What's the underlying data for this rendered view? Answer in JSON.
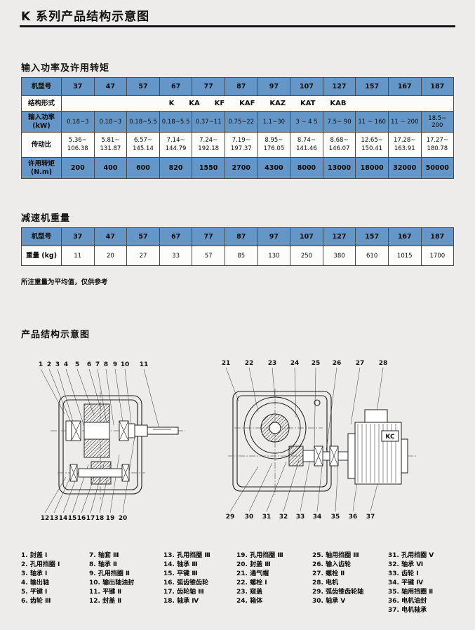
{
  "page": {
    "title": "K 系列产品结构示意图"
  },
  "colors": {
    "table_blue": "#6496c8",
    "title_rule": "#15151e"
  },
  "power_section": {
    "heading": "输入功率及许用转矩",
    "row_labels": {
      "model": "机型号",
      "structure": "结构形式",
      "power": "输入功率\n(kW)",
      "ratio": "传动比",
      "torque": "许用转矩\n(N.m)"
    },
    "models": [
      "37",
      "47",
      "57",
      "67",
      "77",
      "87",
      "97",
      "107",
      "127",
      "157",
      "167",
      "187"
    ],
    "structure_forms": "K      KA      KF      KAF      KAZ      KAT      KAB",
    "power_values": [
      "0.18~3",
      "0.18~3",
      "0.18~5.5",
      "0.18~5.5",
      "0.37~11",
      "0.75~22",
      "1.1~30",
      "3 ~ 4 5",
      "7.5~ 90",
      "11 ~ 160",
      "11 ~ 200",
      "18.5~ 200"
    ],
    "ratio_values": [
      "5.36~\n106.38",
      "5.81~\n131.87",
      "6.57~\n145.14",
      "7.14~\n144.79",
      "7.24~\n192.18",
      "7.19~\n197.37",
      "8.95~\n176.05",
      "8.74~\n141.46",
      "8.68~\n146.07",
      "12.65~\n150.41",
      "17.28~\n163.91",
      "17.27~\n180.78"
    ],
    "torque_values": [
      "200",
      "400",
      "600",
      "820",
      "1550",
      "2700",
      "4300",
      "8000",
      "13000",
      "18000",
      "32000",
      "50000"
    ]
  },
  "weight_section": {
    "heading": "减速机重量",
    "row_labels": {
      "model": "机型号",
      "weight": "重量 (kg)"
    },
    "models": [
      "37",
      "47",
      "57",
      "67",
      "77",
      "87",
      "97",
      "107",
      "127",
      "157",
      "167",
      "187"
    ],
    "weights": [
      "11",
      "20",
      "27",
      "33",
      "57",
      "85",
      "130",
      "250",
      "380",
      "610",
      "1015",
      "1700"
    ],
    "note": "所注重量为平均值，仅供参考"
  },
  "diagram_section": {
    "heading": "产品结构示意图",
    "left_callouts_top": [
      "1",
      "2",
      "3",
      "4",
      "5",
      "6",
      "7",
      "8",
      "9",
      "10",
      "11"
    ],
    "left_callouts_bottom": [
      "12",
      "13",
      "14",
      "15",
      "16",
      "17",
      "18",
      "19",
      "20"
    ],
    "right_callouts_top": [
      "21",
      "22",
      "23",
      "24",
      "25",
      "26",
      "27",
      "28"
    ],
    "right_callouts_bottom": [
      "29",
      "30",
      "31",
      "32",
      "33",
      "34",
      "35",
      "36",
      "37"
    ],
    "motor_logo": "KC"
  },
  "parts_list": {
    "columns": [
      [
        "1. 封盖 Ⅰ",
        "2. 孔用挡圈 Ⅰ",
        "3. 轴承 Ⅰ",
        "4. 输出轴",
        "5. 平键 Ⅰ",
        "6. 齿轮 Ⅲ"
      ],
      [
        "7. 轴套 Ⅲ",
        "8. 轴承 Ⅱ",
        "9. 孔用挡圈 Ⅱ",
        "10. 输出轴油封",
        "11. 平键 Ⅱ",
        "12. 封盖 Ⅱ"
      ],
      [
        "13. 孔用挡圈 Ⅲ",
        "14. 轴承 Ⅲ",
        "15. 平键 Ⅲ",
        "16. 弧齿锥齿轮",
        "17. 齿轮轴 Ⅲ",
        "18. 轴承 Ⅳ"
      ],
      [
        "19. 孔用挡圈 Ⅲ",
        "20. 封盖 Ⅲ",
        "21. 通气帽",
        "22. 螺栓 Ⅰ",
        "23. 窥盖",
        "24. 箱体"
      ],
      [
        "25. 轴用挡圈 Ⅲ",
        "26. 输入齿轮",
        "27. 螺栓 Ⅱ",
        "28. 电机",
        "29. 弧齿锥齿轮轴",
        "30. 轴承 Ⅴ"
      ],
      [
        "31. 孔用挡圈 Ⅴ",
        "32. 轴承 Ⅵ",
        "33. 齿轮 Ⅰ",
        "34. 平键 Ⅳ",
        "35. 轴用挡圈 Ⅱ",
        "36. 电机油封",
        "37. 电机轴承"
      ]
    ]
  }
}
